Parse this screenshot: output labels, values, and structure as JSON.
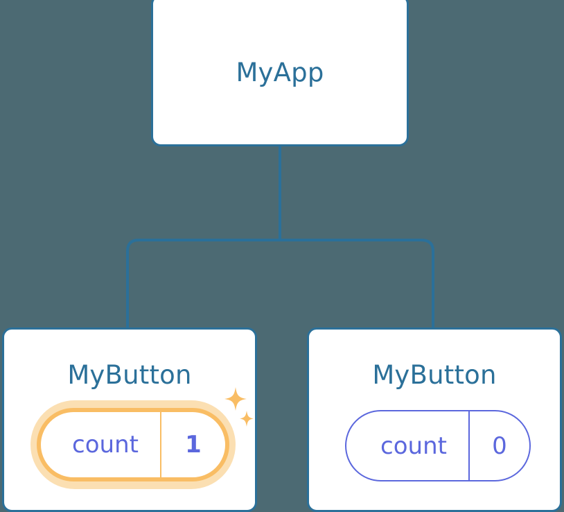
{
  "diagram": {
    "type": "component-tree",
    "background_color": "#4c6a73",
    "node_border_color": "#2b7099",
    "node_title_color": "#2b7099",
    "prop_color": "#5b67dd",
    "highlight_color": "#f9bd64",
    "highlight_glow_color": "#fbdfb2",
    "edge_color": "#2b7099",
    "root": {
      "title": "MyApp"
    },
    "children": [
      {
        "title": "MyButton",
        "prop_key": "count",
        "prop_value": "1",
        "highlighted": true,
        "sparkle_large": "sparkle-icon",
        "sparkle_small": "sparkle-icon"
      },
      {
        "title": "MyButton",
        "prop_key": "count",
        "prop_value": "0",
        "highlighted": false
      }
    ]
  }
}
